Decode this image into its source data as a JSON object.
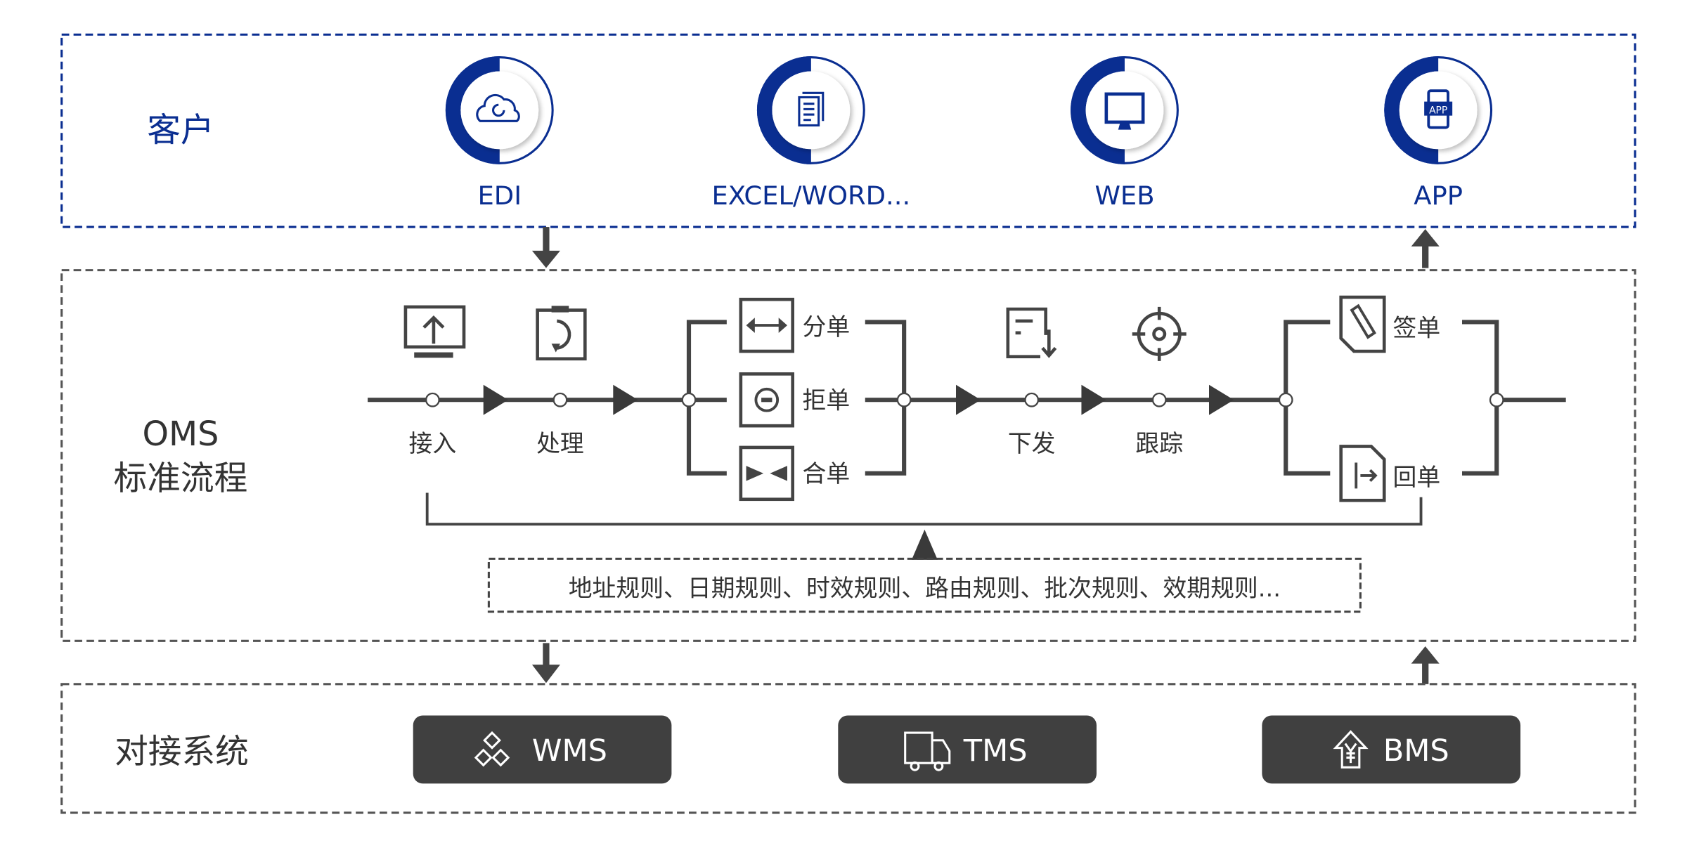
{
  "colors": {
    "customer_blue": "#0a2e91",
    "dark_gray": "#404040",
    "line_gray": "#444444"
  },
  "customer": {
    "title": "客户",
    "channels": [
      {
        "label": "EDI",
        "icon": "cloud-sync-icon"
      },
      {
        "label": "EXCEL/WORD...",
        "icon": "document-stack-icon"
      },
      {
        "label": "WEB",
        "icon": "monitor-icon"
      },
      {
        "label": "APP",
        "icon": "mobile-app-icon"
      }
    ]
  },
  "oms": {
    "title_line1": "OMS",
    "title_line2": "标准流程",
    "steps": [
      {
        "label": "接入",
        "icon": "monitor-upload-icon"
      },
      {
        "label": "处理",
        "icon": "clipboard-refresh-icon"
      },
      {
        "label": "下发",
        "icon": "document-download-icon"
      },
      {
        "label": "跟踪",
        "icon": "target-icon"
      }
    ],
    "branch1": [
      {
        "label": "分单",
        "icon": "split-arrows-icon"
      },
      {
        "label": "拒单",
        "icon": "minus-circle-icon"
      },
      {
        "label": "合单",
        "icon": "merge-arrows-icon"
      }
    ],
    "branch2": [
      {
        "label": "签单",
        "icon": "sign-document-icon"
      },
      {
        "label": "回单",
        "icon": "return-document-icon"
      }
    ],
    "rules": "地址规则、日期规则、时效规则、路由规则、批次规则、效期规则..."
  },
  "integration": {
    "title": "对接系统",
    "systems": [
      {
        "label": "WMS",
        "icon": "boxes-icon"
      },
      {
        "label": "TMS",
        "icon": "truck-icon"
      },
      {
        "label": "BMS",
        "icon": "house-yen-icon"
      }
    ]
  }
}
